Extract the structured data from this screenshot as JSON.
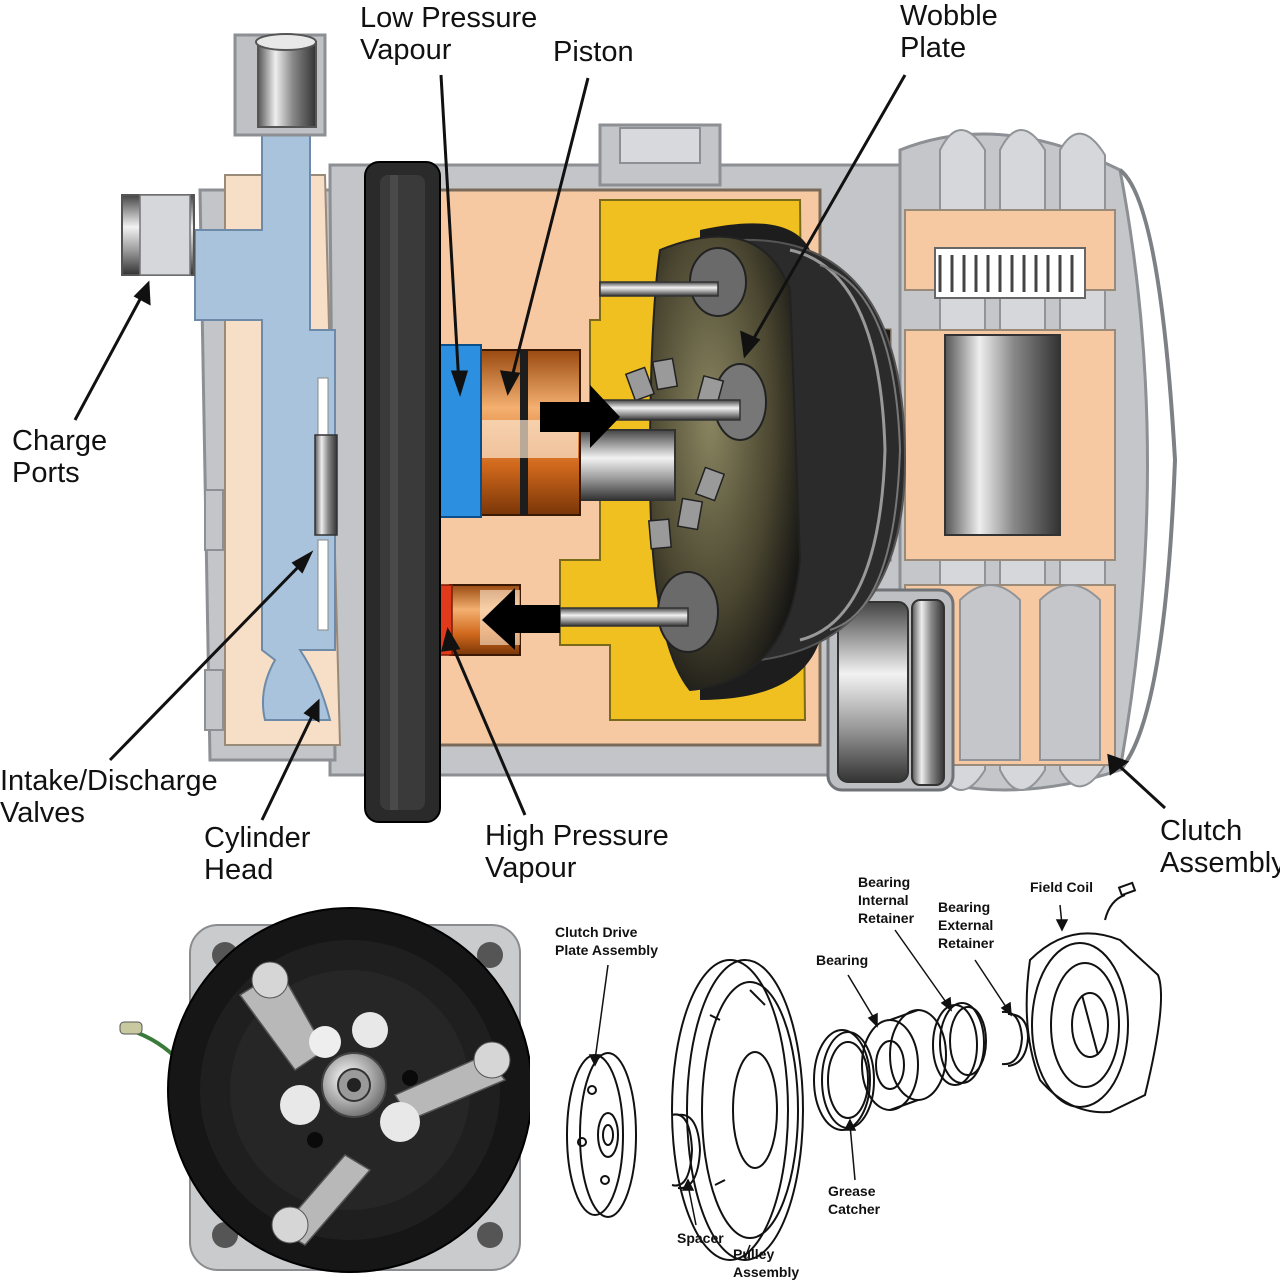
{
  "labels": {
    "low_pressure_1": "Low Pressure",
    "low_pressure_2": "Vapour",
    "piston": "Piston",
    "wobble_1": "Wobble",
    "wobble_2": "Plate",
    "charge_1": "Charge",
    "charge_2": "Ports",
    "intake_1": "Intake/Discharge",
    "intake_2": "Valves",
    "cylinder_1": "Cylinder",
    "cylinder_2": "Head",
    "high_pressure_1": "High Pressure",
    "high_pressure_2": "Vapour",
    "clutch_1": "Clutch",
    "clutch_2": "Assembly"
  },
  "parts": {
    "clutch_drive_1": "Clutch Drive",
    "clutch_drive_2": "Plate Assembly",
    "bearing_internal_1": "Bearing",
    "bearing_internal_2": "Internal",
    "bearing_internal_3": "Retainer",
    "bearing_external_1": "Bearing",
    "bearing_external_2": "External",
    "bearing_external_3": "Retainer",
    "field_coil": "Field Coil",
    "bearing": "Bearing",
    "grease_1": "Grease",
    "grease_2": "Catcher",
    "spacer": "Spacer",
    "pulley_1": "Pulley",
    "pulley_2": "Assembly"
  },
  "colors": {
    "housing": "#f7c9a3",
    "body_grey": "#b9bcc0",
    "valve_blue": "#a9c3dc",
    "low_pressure": "#2d8fe0",
    "high_pressure": "#e03a1a",
    "piston": "#d97a2a",
    "yellow": "#f0c020"
  }
}
